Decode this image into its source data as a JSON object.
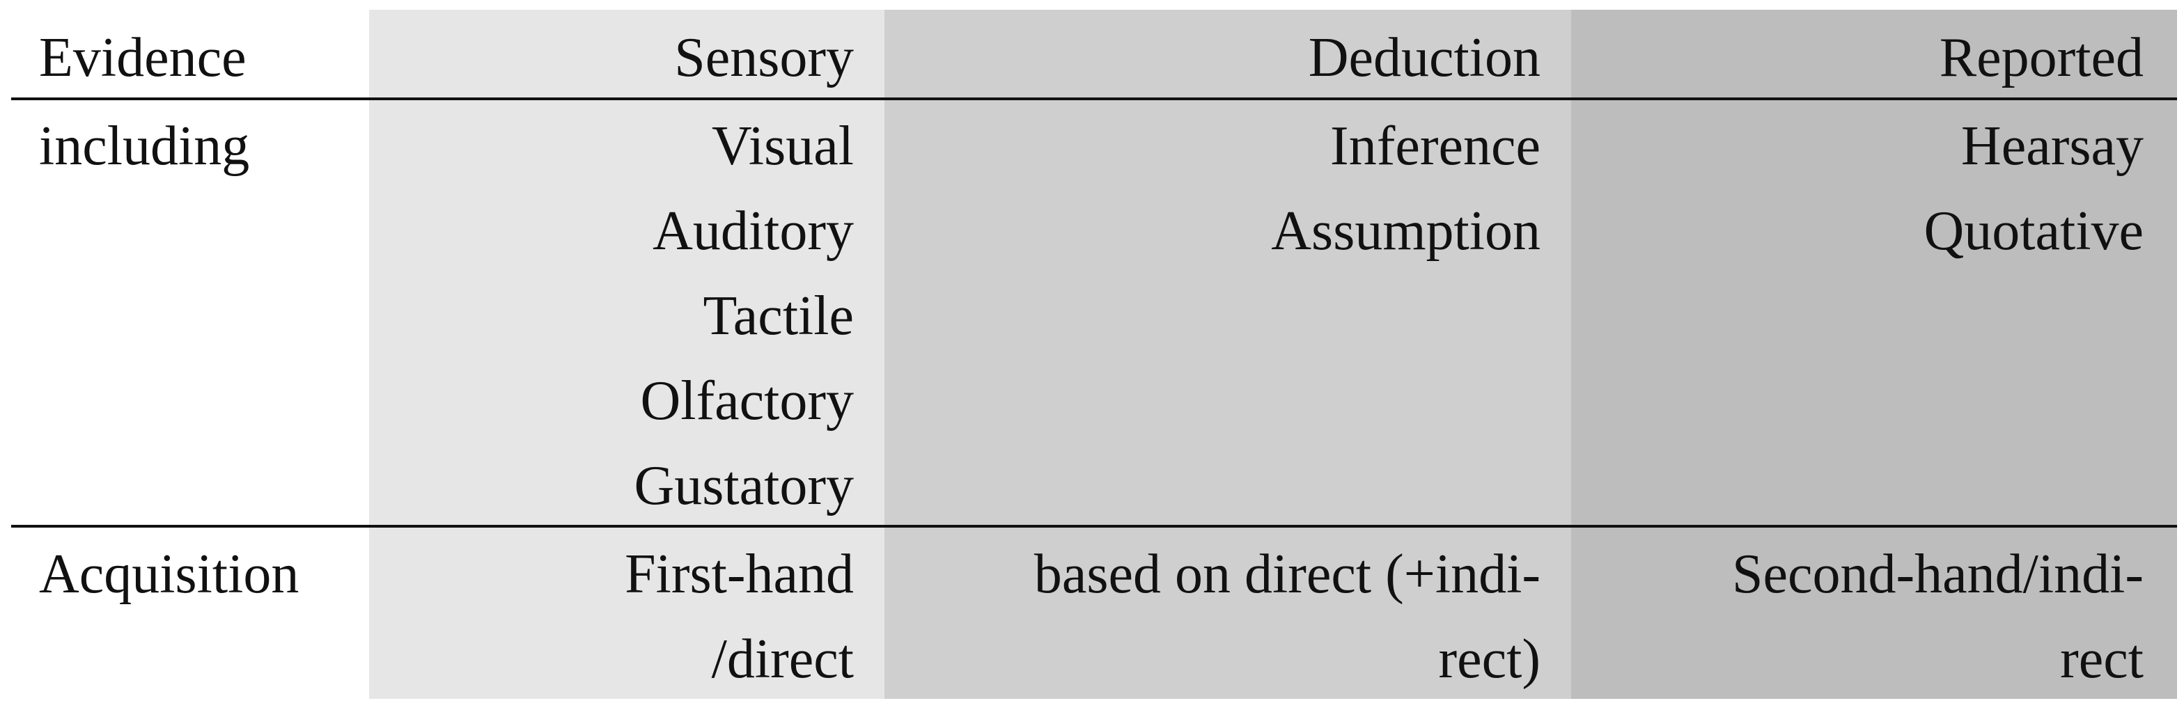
{
  "colors": {
    "sensory_bg": "#e6e6e6",
    "deduction_bg": "#cfcfcf",
    "reported_bg": "#bdbdbd",
    "rule": "#111111",
    "text": "#111111"
  },
  "header": {
    "label": "Evidence",
    "sensory": "Sensory",
    "deduction": "Deduction",
    "reported": "Reported"
  },
  "including": {
    "label": "including",
    "sensory": [
      "Visual",
      "Auditory",
      "Tactile",
      "Olfactory",
      "Gustatory"
    ],
    "deduction": [
      "Inference",
      "Assumption"
    ],
    "reported": [
      "Hearsay",
      "Quotative"
    ]
  },
  "acquisition": {
    "label": "Acquisition",
    "sensory": [
      "First-hand",
      "/direct"
    ],
    "deduction": [
      "based on direct (+indi-",
      "rect)"
    ],
    "reported": [
      "Second-hand/indi-",
      "rect"
    ]
  }
}
